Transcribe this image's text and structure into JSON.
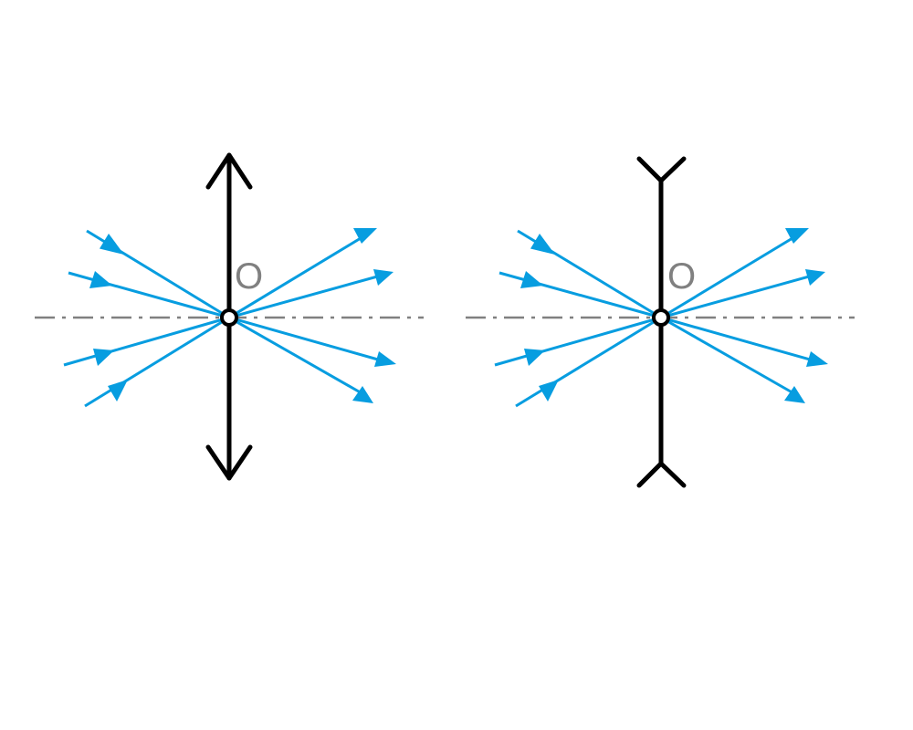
{
  "colors": {
    "ray": "#079de0",
    "lens": "#000000",
    "axis": "#808080",
    "label": "#808080",
    "center_fill": "#ffffff"
  },
  "diagrams": [
    {
      "lens_type": "convex",
      "center_label": "O",
      "ray_count": 4
    },
    {
      "lens_type": "concave",
      "center_label": "O",
      "ray_count": 4
    }
  ]
}
